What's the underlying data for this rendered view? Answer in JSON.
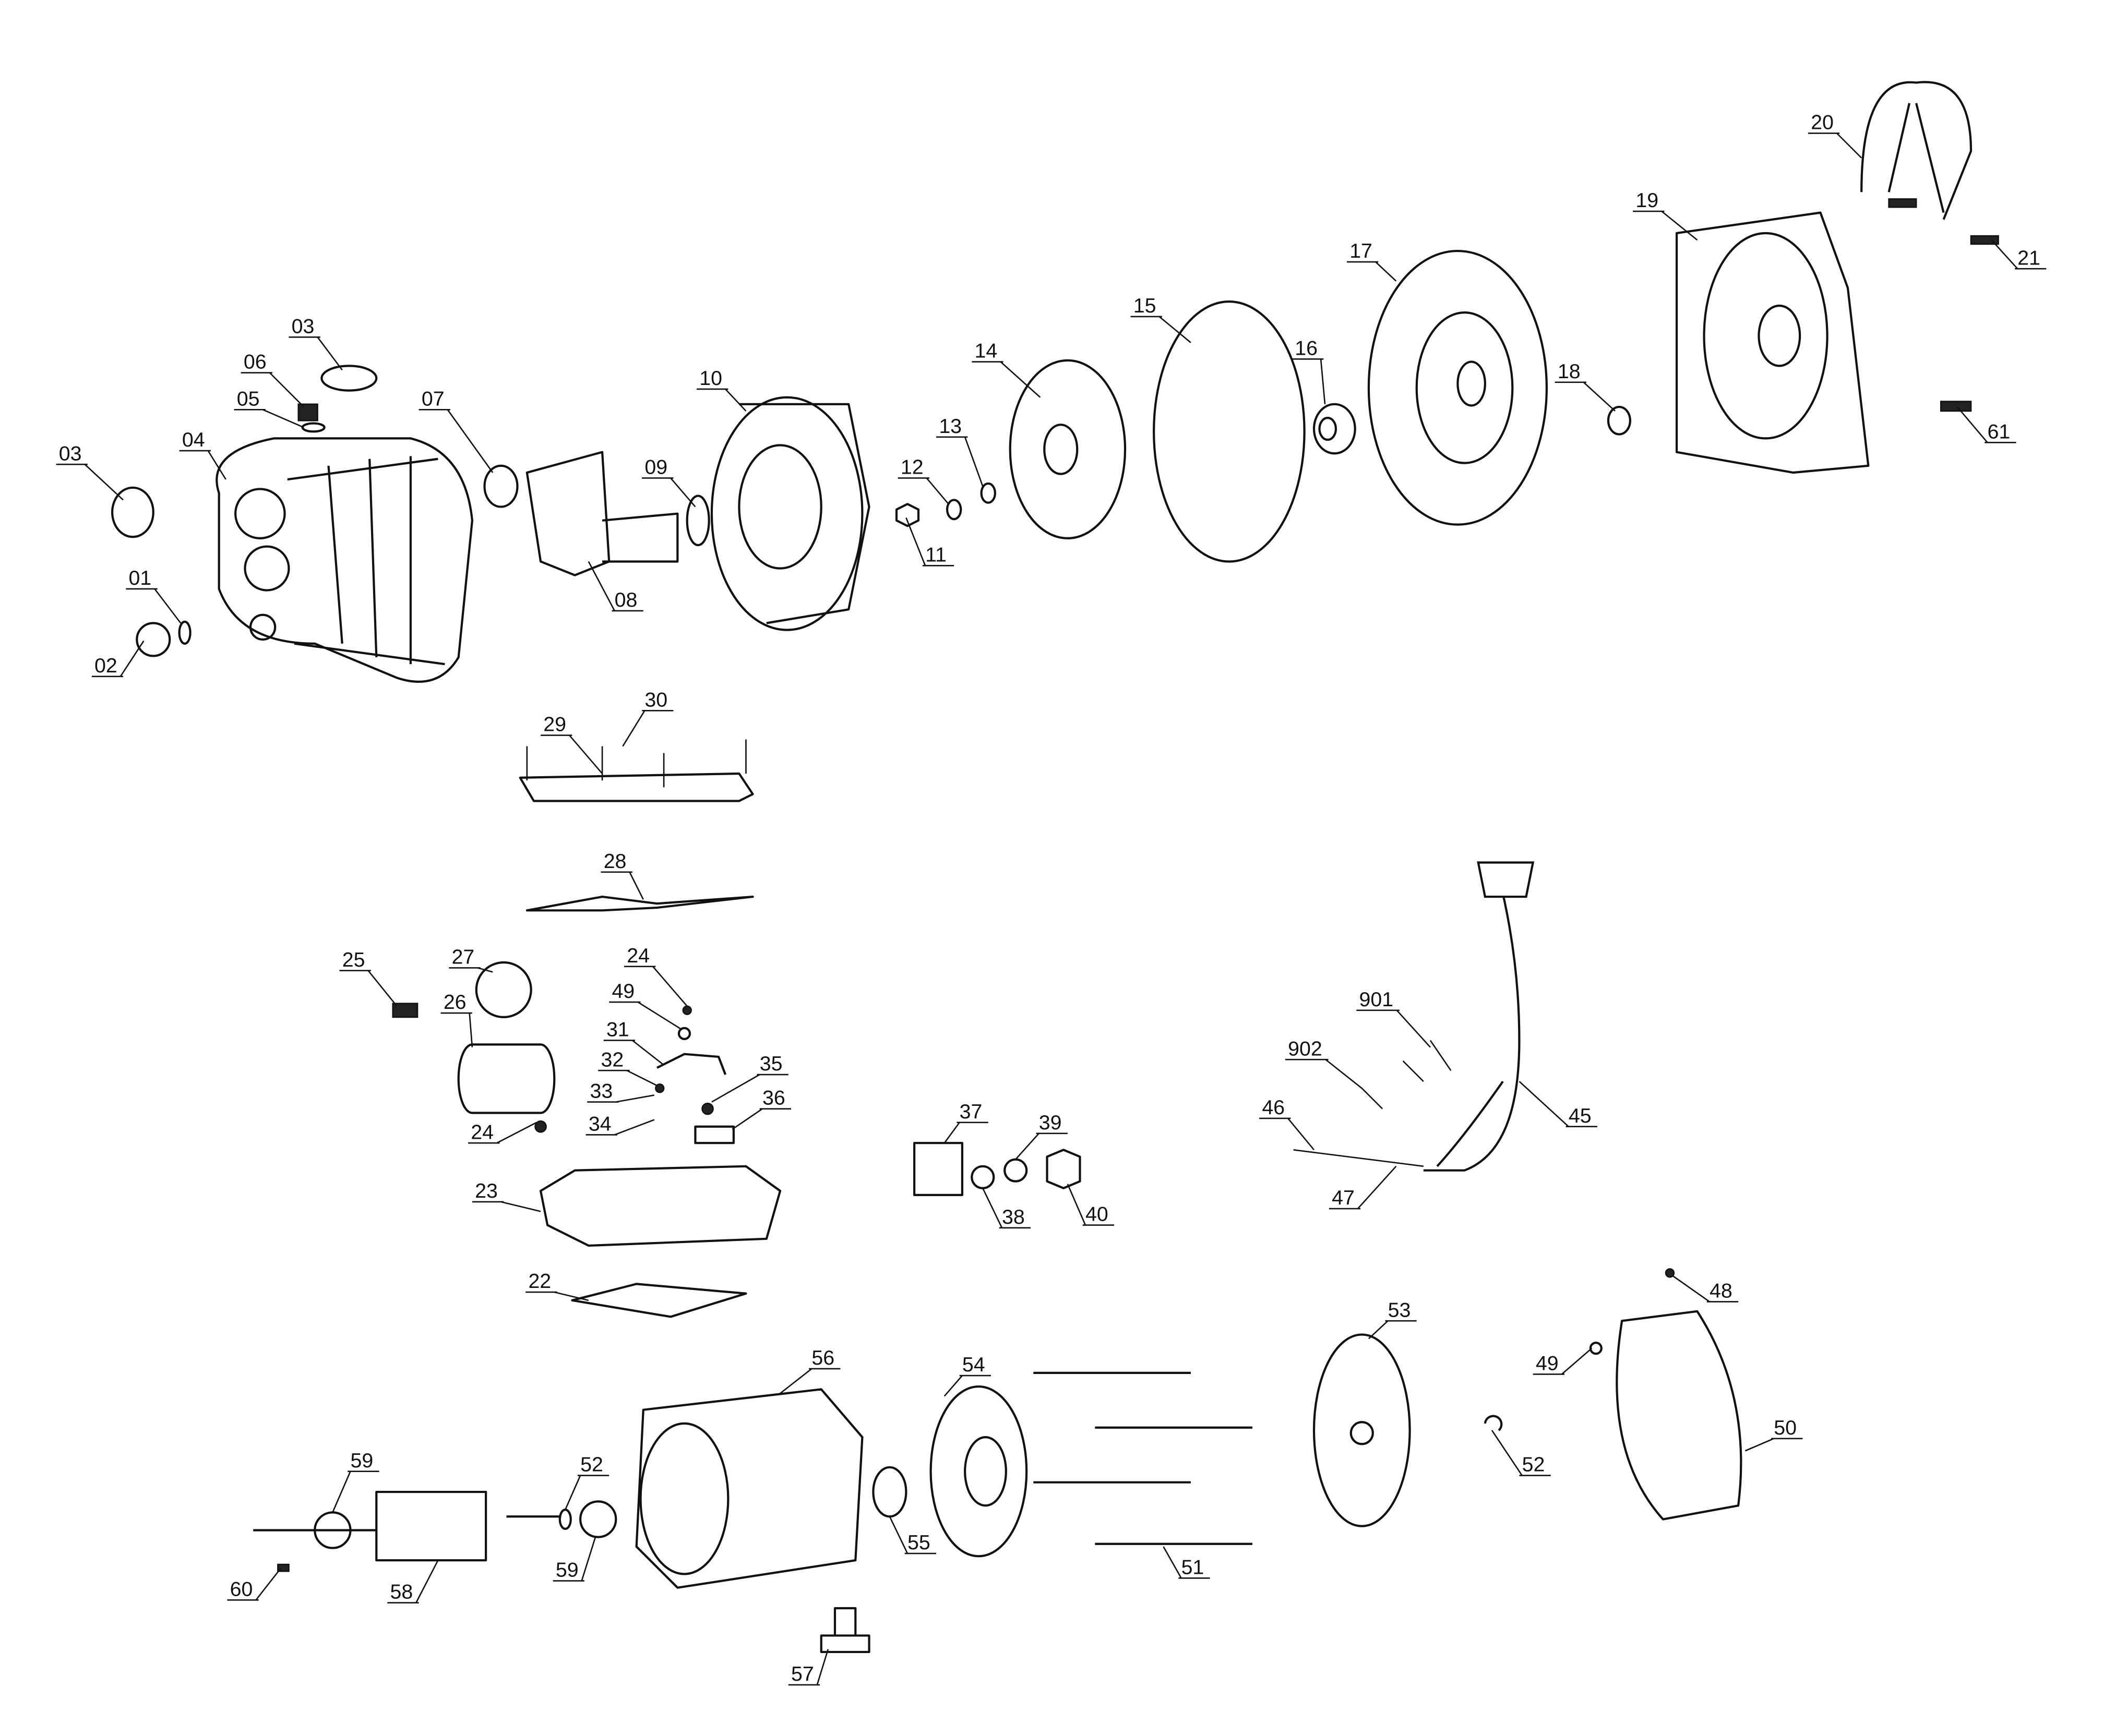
{
  "diagram": {
    "type": "exploded-parts-view",
    "callouts": [
      "03",
      "06",
      "05",
      "07",
      "03",
      "04",
      "01",
      "02",
      "10",
      "09",
      "08",
      "13",
      "12",
      "11",
      "14",
      "15",
      "16",
      "17",
      "18",
      "19",
      "20",
      "21",
      "61",
      "30",
      "29",
      "28",
      "25",
      "27",
      "24",
      "49",
      "26",
      "31",
      "32",
      "35",
      "33",
      "36",
      "34",
      "24",
      "23",
      "22",
      "37",
      "39",
      "38",
      "40",
      "901",
      "902",
      "46",
      "45",
      "47",
      "48",
      "53",
      "49",
      "56",
      "54",
      "50",
      "52",
      "59",
      "52",
      "55",
      "51",
      "59",
      "58",
      "60",
      "57"
    ]
  }
}
